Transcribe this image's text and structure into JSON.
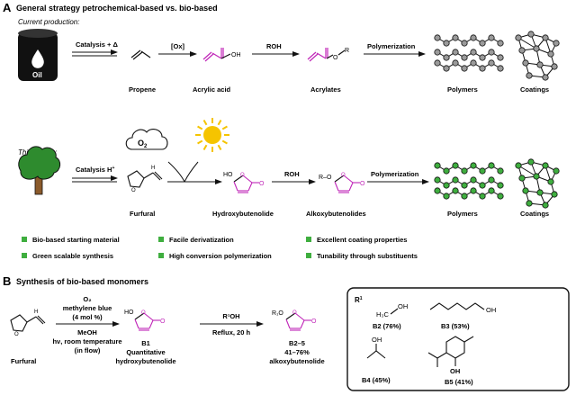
{
  "panelA": {
    "letter": "A",
    "title": "General strategy petrochemical-based vs. bio-based",
    "current_label": "Current production:",
    "oil_label": "Oil",
    "top": {
      "arrow1": "Catalysis + Δ",
      "arrow2": "[Ox]",
      "arrow3": "ROH",
      "arrow4": "Polymerization",
      "propene": "Propene",
      "acrylic": "Acrylic acid",
      "acrylates": "Acrylates",
      "polymers": "Polymers",
      "coatings": "Coatings",
      "oh": "OH",
      "or_o": "O",
      "or_r": "R"
    },
    "design_label": "This design:",
    "bottom": {
      "arrow1": "Catalysis H",
      "arrow1_sup": "+",
      "arrow3": "ROH",
      "arrow4": "Polymerization",
      "o2": "O",
      "o2_sub": "2",
      "furfural": "Furfural",
      "hydroxy": "Hydroxybutenolide",
      "alkoxy": "Alkoxybutenolides",
      "polymers": "Polymers",
      "coatings": "Coatings",
      "ho": "HO",
      "ro": "R–O",
      "o": "O",
      "h": "H"
    },
    "bullets": [
      "Bio-based starting material",
      "Facile derivatization",
      "Excellent coating properties",
      "Green scalable synthesis",
      "High conversion polymerization",
      "Tunability through substituents"
    ]
  },
  "panelB": {
    "letter": "B",
    "title": "Synthesis of bio-based monomers",
    "conditions": [
      "O₂",
      "methylene blue",
      "(4 mol %)",
      "MeOH",
      "hν, room temperature",
      "(in flow)"
    ],
    "furfural": "Furfural",
    "b1": "B1",
    "b1_yield": "Quantitative",
    "b1_name": "hydroxybutenolide",
    "step2_reagent": "R¹OH",
    "step2_cond": "Reflux, 20 h",
    "b25": "B2–5",
    "b25_yield": "41–76%",
    "b25_name": "alkoxybutenolide",
    "ho": "HO",
    "r1o": "R₁O",
    "o": "O",
    "h": "H",
    "box": {
      "r1": "R",
      "r1_sup": "1",
      "b2_formula": "H₃C",
      "oh": "OH",
      "b2": "B2 (76%)",
      "b3": "B3 (53%)",
      "b4": "B4 (45%)",
      "b5": "B5 (41%)"
    }
  },
  "colors": {
    "magenta": "#c026b8",
    "green": "#3fae3f",
    "bead_gray": "#9a9a9a",
    "sun": "#f5c400",
    "tree": "#2e8b2e",
    "trunk": "#8b5a2b"
  }
}
